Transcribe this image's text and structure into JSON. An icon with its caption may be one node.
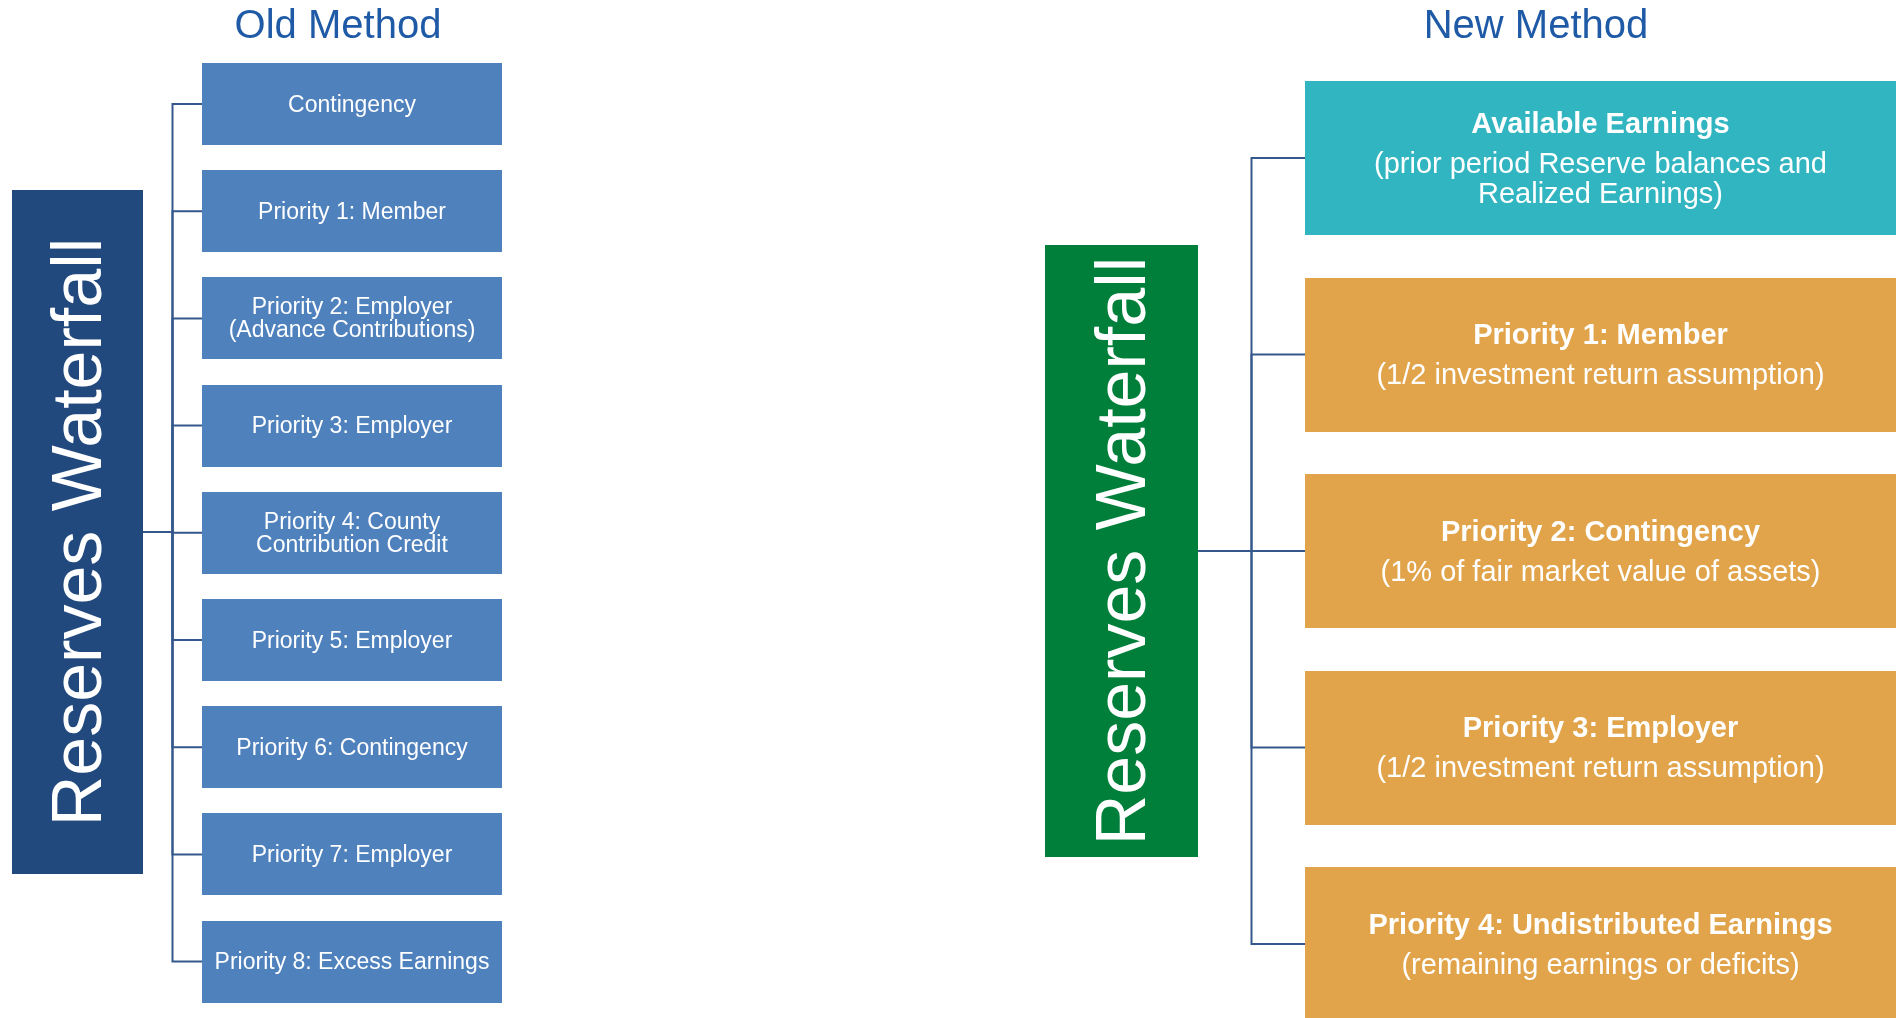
{
  "diagram": {
    "nodes": [
      {
        "text": [
          "Reserves Waterfall"
        ]
      },
      {
        "text": [
          "Contingency"
        ]
      },
      {
        "text": [
          "Priority 1: Member"
        ]
      },
      {
        "text": [
          "Priority 2: Employer (Advance Contributions)"
        ]
      },
      {
        "text": [
          "Priority 3: Employer"
        ]
      },
      {
        "text": [
          "Priority 4: County Contribution Credit"
        ]
      },
      {
        "text": [
          "Priority 5: Employer"
        ]
      },
      {
        "text": [
          "Priority 6: Contingency"
        ]
      },
      {
        "text": [
          "Priority 7: Employer"
        ]
      },
      {
        "text": [
          "Priority 8: Excess Earnings"
        ]
      },
      {
        "text": [
          "Reserves Waterfall"
        ]
      },
      {
        "text": [
          "Available Earnings",
          "(prior period Reserve balances and Realized Earnings)"
        ]
      },
      {
        "text": [
          "Priority 1: Member",
          "(1/2 investment return assumption)"
        ]
      },
      {
        "text": [
          "Priority 2: Contingency",
          "(1% of fair market value of assets)"
        ]
      },
      {
        "text": [
          "Priority 3: Employer",
          "(1/2 investment return assumption)"
        ]
      },
      {
        "text": [
          "Priority 4: Undistributed Earnings",
          "(remaining earnings or deficits)"
        ]
      }
    ],
    "edges": [
      {
        "from": 0,
        "to": 1,
        "arrow": "none"
      },
      {
        "from": 0,
        "to": 2,
        "arrow": "none"
      },
      {
        "from": 0,
        "to": 3,
        "arrow": "none"
      },
      {
        "from": 0,
        "to": 4,
        "arrow": "none"
      },
      {
        "from": 0,
        "to": 5,
        "arrow": "none"
      },
      {
        "from": 0,
        "to": 6,
        "arrow": "none"
      },
      {
        "from": 0,
        "to": 7,
        "arrow": "none"
      },
      {
        "from": 0,
        "to": 8,
        "arrow": "none"
      },
      {
        "from": 0,
        "to": 9,
        "arrow": "none"
      },
      {
        "from": 10,
        "to": 11,
        "arrow": "none"
      },
      {
        "from": 10,
        "to": 12,
        "arrow": "none"
      },
      {
        "from": 10,
        "to": 13,
        "arrow": "none"
      },
      {
        "from": 10,
        "to": 14,
        "arrow": "none"
      },
      {
        "from": 10,
        "to": 15,
        "arrow": "none"
      }
    ],
    "labels": [
      "Old Method",
      "New Method"
    ]
  }
}
